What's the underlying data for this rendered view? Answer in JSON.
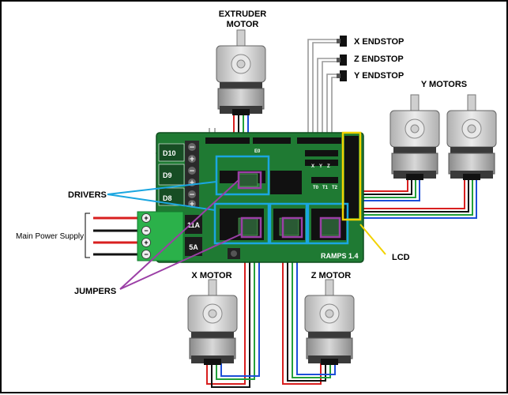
{
  "labels": {
    "extruder_motor_line1": "EXTRUDER",
    "extruder_motor_line2": "MOTOR",
    "x_endstop": "X ENDSTOP",
    "z_endstop": "Z ENDSTOP",
    "y_endstop": "Y ENDSTOP",
    "y_motors": "Y MOTORS",
    "drivers": "DRIVERS",
    "main_power_supply": "Main Power Supply",
    "jumpers": "JUMPERS",
    "lcd": "LCD",
    "x_motor": "X MOTOR",
    "z_motor": "Z MOTOR"
  },
  "board": {
    "name": "RAMPS 1.4",
    "d10": "D10",
    "d9": "D9",
    "d8": "D8",
    "fuse_11a": "11A",
    "fuse_5a": "5A",
    "e0": "E0",
    "t0": "T0",
    "t1": "T1",
    "t2": "T2",
    "x": "X",
    "y": "Y",
    "z": "Z"
  },
  "colors": {
    "board_green": "#1f7a33",
    "driver_box": "#1aa6e0",
    "jumper_box": "#9b3fa6",
    "lcd_box": "#f2d200",
    "wire_red": "#d81f1f",
    "wire_black": "#111111",
    "wire_green": "#22a03a",
    "wire_blue": "#1d4fd8"
  }
}
